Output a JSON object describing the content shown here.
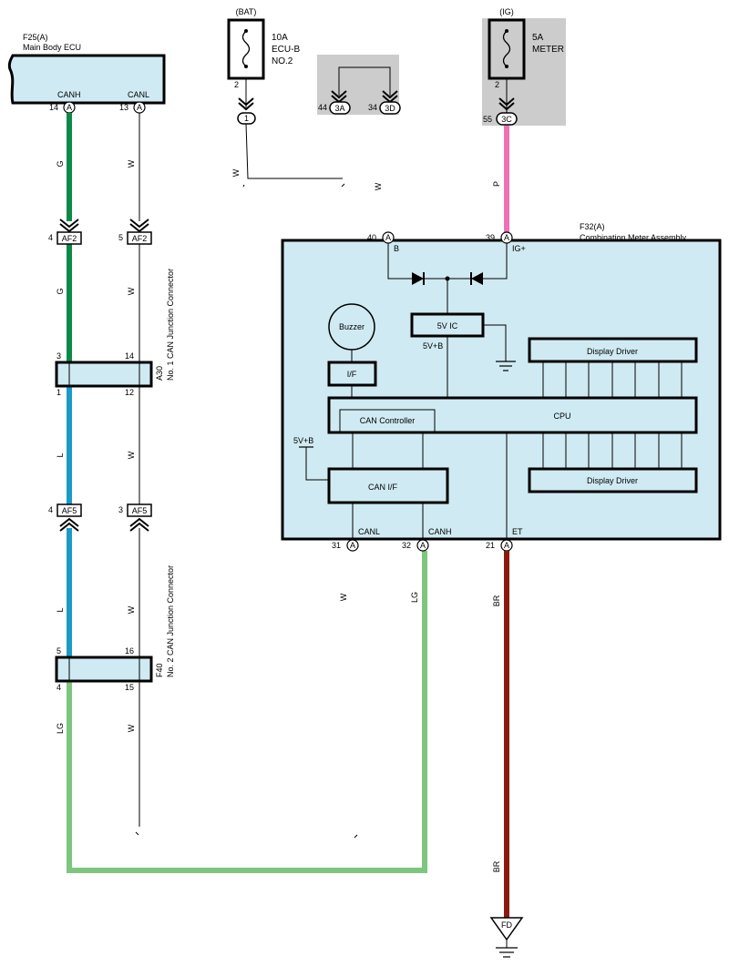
{
  "ecu": {
    "ref": "F25(A)",
    "name": "Main Body ECU",
    "pins": [
      {
        "num": "14",
        "conn": "A",
        "label": "CANH"
      },
      {
        "num": "13",
        "conn": "A",
        "label": "CANL"
      }
    ]
  },
  "fuses": {
    "bat": {
      "source": "(BAT)",
      "rating": "10A",
      "name_line1": "ECU-B",
      "name_line2": "NO.2",
      "pin": "2",
      "junction": "1"
    },
    "ig": {
      "source": "(IG)",
      "rating": "5A",
      "name": "METER",
      "pin": "2",
      "junction_pin": "55",
      "junction": "3C"
    }
  },
  "junction_block": [
    {
      "pin": "44",
      "conn": "3A"
    },
    {
      "pin": "34",
      "conn": "3D"
    }
  ],
  "connectors": {
    "af2": {
      "id": "AF2",
      "pins": [
        "4",
        "5"
      ]
    },
    "af5": {
      "id": "AF5",
      "pins": [
        "4",
        "3"
      ]
    },
    "a30": {
      "id": "A30",
      "name": "No. 1 CAN Junction Connector",
      "top_pins": [
        "3",
        "14"
      ],
      "bottom_pins": [
        "1",
        "12"
      ]
    },
    "f40": {
      "id": "F40",
      "name": "No. 2 CAN Junction Connector",
      "top_pins": [
        "5",
        "16"
      ],
      "bottom_pins": [
        "4",
        "15"
      ]
    }
  },
  "wire_colors": {
    "canh_top": "G",
    "canl_top": "W",
    "canh_mid": "G",
    "canl_mid": "W",
    "canh_l": "L",
    "canl_l": "W",
    "canh_l2": "L",
    "canl_l2": "W",
    "canh_bottom": "LG",
    "canl_bottom": "W",
    "bat_w1": "W",
    "bat_w2": "W",
    "ig_p": "P",
    "meter_canl": "W",
    "meter_canh": "LG",
    "meter_et": "BR",
    "ground_br": "BR"
  },
  "colors": {
    "green": "#0a8a46",
    "blue": "#1a9bc7",
    "light_green": "#7dc67e",
    "pink": "#ee72b4",
    "brown": "#8b1a0c",
    "fill": "#cfeaf2",
    "gray": "#cccccc"
  },
  "meter": {
    "ref": "F32(A)",
    "name": "Combination Meter Assembly",
    "pin_b": {
      "num": "40",
      "conn": "A",
      "label": "B"
    },
    "pin_ig": {
      "num": "39",
      "conn": "A",
      "label": "IG+"
    },
    "buzzer": "Buzzer",
    "if_label": "I/F",
    "ic_label": "5V IC",
    "ic_out": "5V+B",
    "display_driver_top": "Display Driver",
    "display_driver_bottom": "Display Driver",
    "cpu": "CPU",
    "can_controller": "CAN Controller",
    "can_if": "CAN I/F",
    "supply": "5V+B",
    "bottom_pins": [
      {
        "num": "31",
        "conn": "A",
        "label": "CANL"
      },
      {
        "num": "32",
        "conn": "A",
        "label": "CANH"
      },
      {
        "num": "21",
        "conn": "A",
        "label": "ET"
      }
    ]
  },
  "ground": {
    "id": "FD"
  }
}
